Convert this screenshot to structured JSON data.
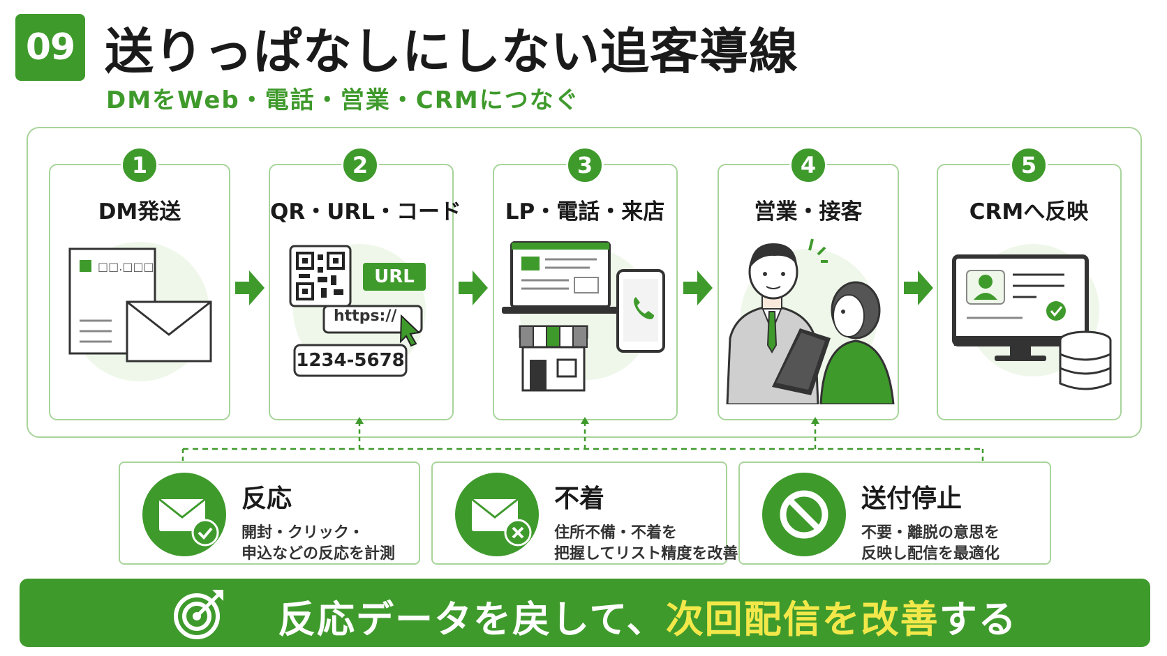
{
  "header": {
    "badge": "09",
    "title": "送りっぱなしにしない追客導線",
    "subtitle": "DMをWeb・電話・営業・CRMにつなぐ"
  },
  "steps": [
    {
      "number": "1",
      "label": "DM発送",
      "doc_text": "□□.□□□"
    },
    {
      "number": "2",
      "label": "QR・URL・コード",
      "url_badge": "URL",
      "url_text": "https://",
      "code_text": "1234-5678"
    },
    {
      "number": "3",
      "label": "LP・電話・来店"
    },
    {
      "number": "4",
      "label": "営業・接客"
    },
    {
      "number": "5",
      "label": "CRMへ反映"
    }
  ],
  "feedback": [
    {
      "title": "反応",
      "line1": "開封・クリック・",
      "line2": "申込などの反応を計測",
      "icon": "mail-check-icon"
    },
    {
      "title": "不着",
      "line1": "住所不備・不着を",
      "line2": "把握してリスト精度を改善",
      "icon": "mail-x-icon"
    },
    {
      "title": "送付停止",
      "line1": "不要・離脱の意思を",
      "line2": "反映し配信を最適化",
      "icon": "prohibited-icon"
    }
  ],
  "banner": {
    "part1": "反応データを戻して、",
    "highlight": "次回配信を改善",
    "part2": "する"
  },
  "colors": {
    "accent": "#3f9a2c",
    "light_border": "#a8d49a",
    "highlight": "#f3e84a"
  }
}
